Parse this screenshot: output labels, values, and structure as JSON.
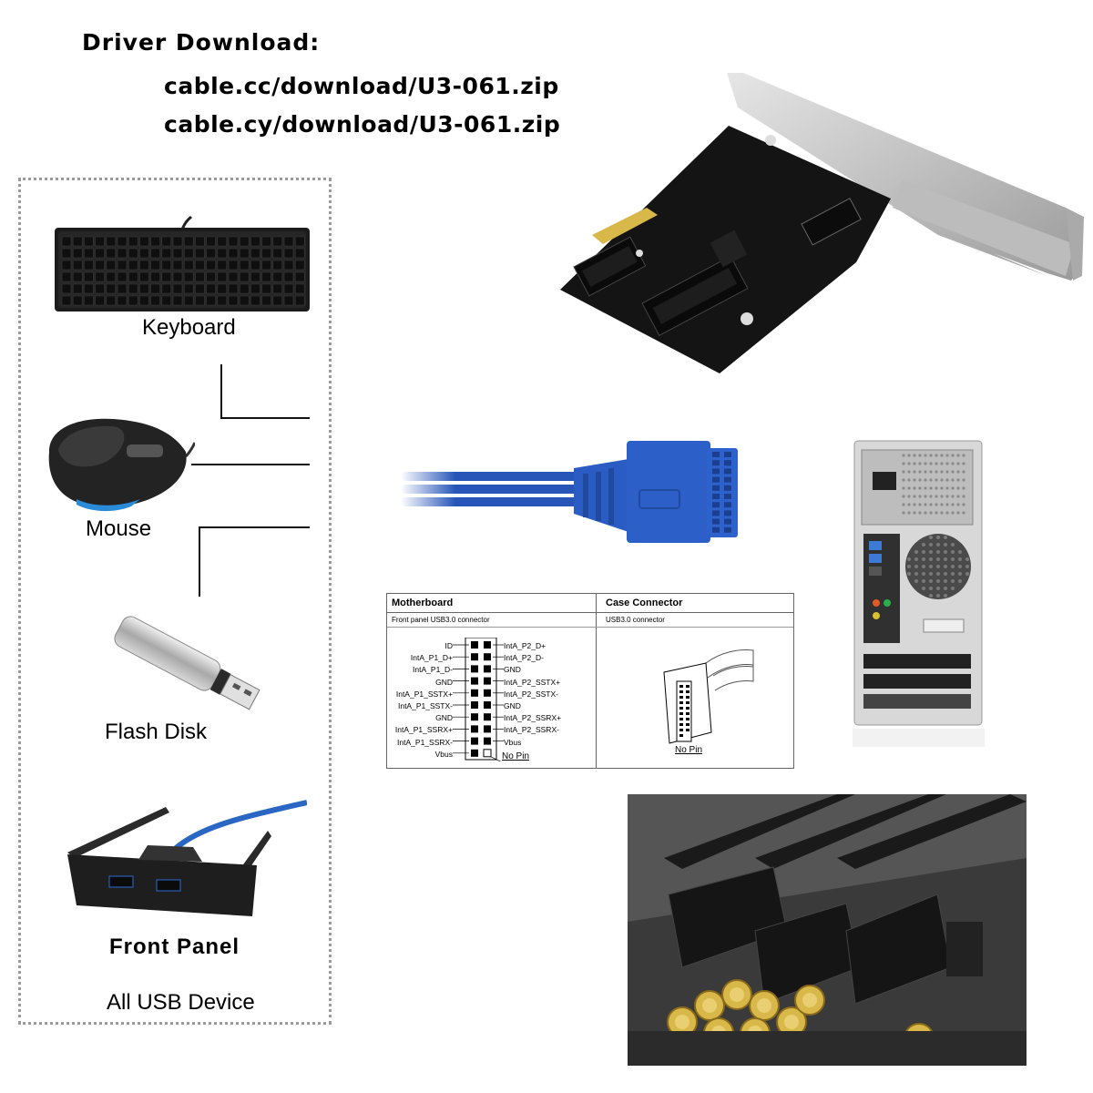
{
  "driver": {
    "heading": "Driver Download:",
    "urls": [
      "cable.cc/download/U3-061.zip",
      "cable.cy/download/U3-061.zip"
    ]
  },
  "devices": {
    "keyboard": "Keyboard",
    "mouse": "Mouse",
    "flash": "Flash Disk",
    "front_panel": "Front Panel",
    "all": "All USB Device"
  },
  "pinout": {
    "left_header": "Motherboard",
    "right_header": "Case Connector",
    "left_sub": "Front panel USB3.0 connector",
    "right_sub": "USB3.0 connector",
    "left_pins": [
      "ID",
      "IntA_P1_D+",
      "IntA_P1_D-",
      "GND",
      "IntA_P1_SSTX+",
      "IntA_P1_SSTX-",
      "GND",
      "IntA_P1_SSRX+",
      "IntA_P1_SSRX-",
      "Vbus"
    ],
    "right_pins": [
      "IntA_P2_D+",
      "IntA_P2_D-",
      "GND",
      "IntA_P2_SSTX+",
      "IntA_P2_SSTX-",
      "GND",
      "IntA_P2_SSRX+",
      "IntA_P2_SSRX-",
      "Vbus"
    ],
    "no_pin": "No Pin"
  },
  "colors": {
    "cable_blue": "#2856b8",
    "pcb_black": "#141414",
    "bracket_silver": "#c9c9c9",
    "gold": "#d9b84a"
  }
}
